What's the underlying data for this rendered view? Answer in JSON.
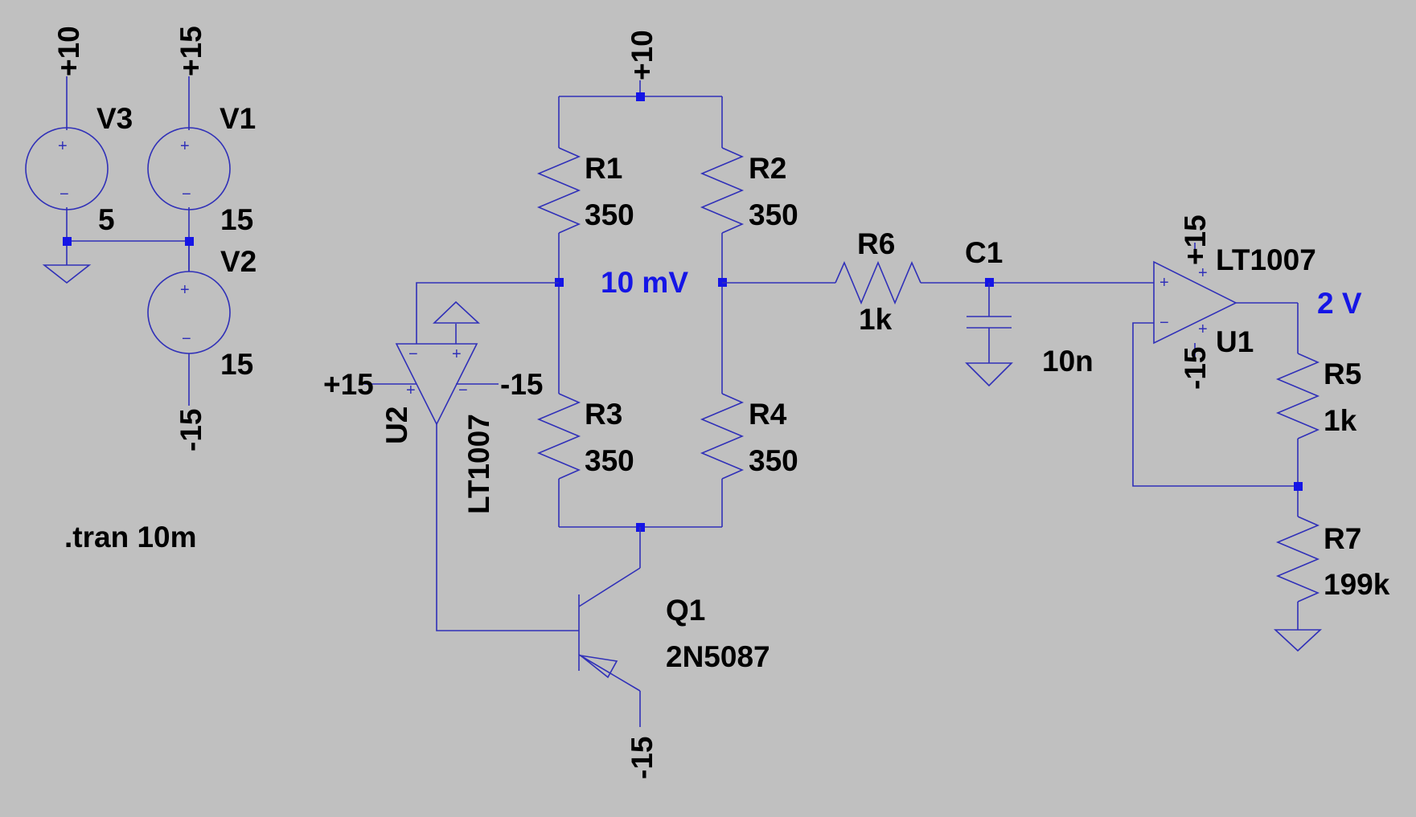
{
  "components": {
    "V3": {
      "name": "V3",
      "value": "5",
      "terminal": "+10"
    },
    "V1": {
      "name": "V1",
      "value": "15",
      "terminal": "+15"
    },
    "V2": {
      "name": "V2",
      "value": "15",
      "terminal": "-15"
    },
    "R1": {
      "name": "R1",
      "value": "350"
    },
    "R2": {
      "name": "R2",
      "value": "350"
    },
    "R3": {
      "name": "R3",
      "value": "350"
    },
    "R4": {
      "name": "R4",
      "value": "350"
    },
    "R5": {
      "name": "R5",
      "value": "1k"
    },
    "R6": {
      "name": "R6",
      "value": "1k"
    },
    "R7": {
      "name": "R7",
      "value": "199k"
    },
    "C1": {
      "name": "C1",
      "value": "10n"
    },
    "Q1": {
      "name": "Q1",
      "model": "2N5087",
      "emitter_supply": "-15"
    },
    "U1": {
      "name": "U1",
      "model": "LT1007",
      "vplus": "+15",
      "vminus": "-15"
    },
    "U2": {
      "name": "U2",
      "model": "LT1007",
      "vplus": "+15",
      "vminus": "-15"
    }
  },
  "bridge_supply": "+10",
  "directive": ".tran 10m",
  "probes": {
    "bridge_node": "10 mV",
    "output": "2 V"
  },
  "pin_marks": {
    "plus": "+",
    "minus": "−"
  },
  "colors": {
    "background": "#c0c0c0",
    "wire": "#3030b8",
    "junction": "#1515e6",
    "probe_text": "#1515e6"
  }
}
